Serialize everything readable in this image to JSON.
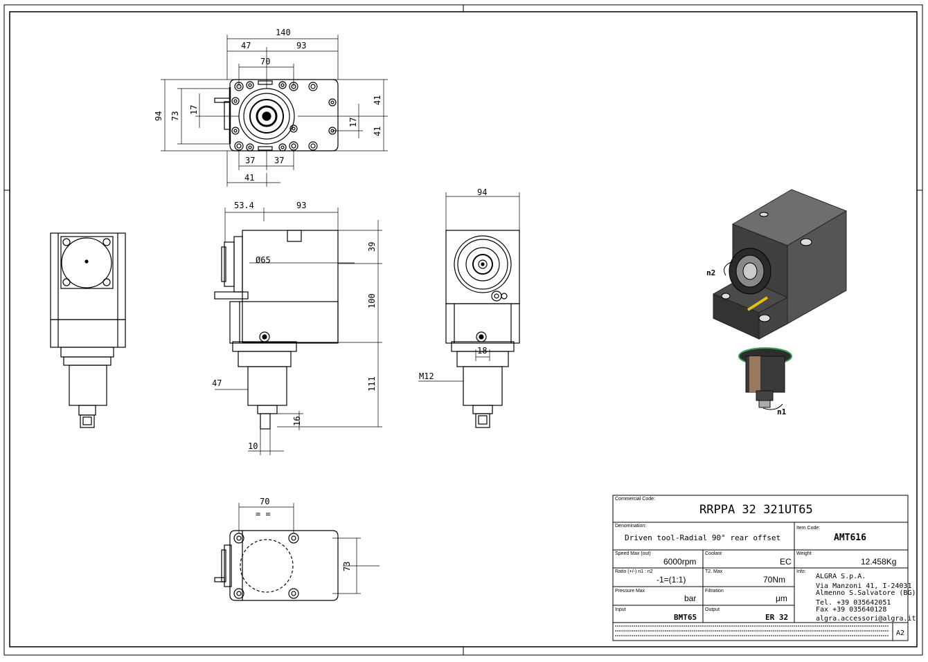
{
  "dimensions": {
    "top_view": {
      "total_width": "140",
      "left": "47",
      "right": "93",
      "bolt_spacing": "70",
      "height": "94",
      "inner_height": "73",
      "offset_left": "17",
      "offset_right": "17",
      "half_top": "41",
      "half_bottom": "41",
      "spacing_a": "37",
      "spacing_b": "37",
      "center": "41"
    },
    "side_view": {
      "left": "53.4",
      "right": "93",
      "diameter": "Ø65",
      "top": "39",
      "body": "100",
      "shank": "111",
      "offset": "47",
      "key_width": "10",
      "key_height": "16"
    },
    "front_view": {
      "width": "94",
      "key": "18",
      "thread": "M12"
    },
    "bottom_view": {
      "width": "70",
      "height": "73",
      "eq": "= ="
    }
  },
  "rotation_labels": {
    "n1": "n1",
    "n2": "n2"
  },
  "title_block": {
    "commercial_code_label": "Commercial Code:",
    "commercial_code": "RRPPA 32 321UT65",
    "denomination_label": "Denomination:",
    "denomination": "Driven tool-Radial 90° rear offset",
    "item_code_label": "Item Code:",
    "item_code": "AMT616",
    "speed_label": "Speed Max (out)",
    "speed": "6000rpm",
    "coolant_label": "Coolant",
    "coolant": "EC",
    "weight_label": "Weight",
    "weight": "12.458Kg",
    "ratio_label": "Ratio (+/-) n1 : n2",
    "ratio": "-1=(1:1)",
    "torque_label": "T2. Max",
    "torque": "70Nm",
    "info_label": "Info:",
    "pressure_label": "Pressure Max",
    "pressure": "bar",
    "filtration_label": "Filtration",
    "filtration": "μm",
    "input_label": "Input",
    "input": "BMT65",
    "output_label": "Output",
    "output": "ER 32",
    "company": "ALGRA S.p.A.",
    "address1": "Via Manzoni 41, I-24031",
    "address2": "Almenno S.Salvatore (BG)",
    "tel": "Tel. +39 035642051",
    "fax": "Fax +39 035640128",
    "email": "algra.accessori@algra.it",
    "sheet_size": "A2"
  },
  "colors": {
    "line": "#000000",
    "body_gray": "#4a4a4a",
    "accent_yellow": "#e6c200",
    "accent_green": "#3aa655"
  }
}
